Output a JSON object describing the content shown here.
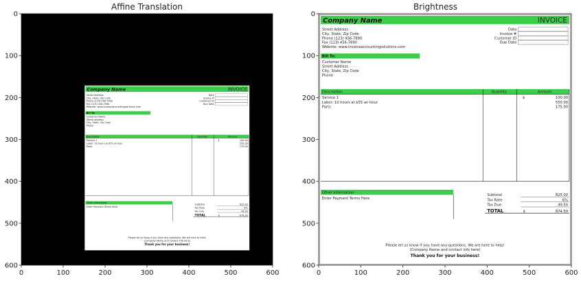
{
  "chart_data": [
    {
      "type": "image",
      "title": "Affine Translation",
      "xlim": [
        0,
        600
      ],
      "ylim": [
        600,
        0
      ],
      "xticks": [
        0,
        100,
        200,
        300,
        400,
        500,
        600
      ],
      "yticks": [
        0,
        100,
        200,
        300,
        400,
        500,
        600
      ],
      "grid": false,
      "translation_offset": {
        "x": 150,
        "y": 170
      },
      "scale": 0.66,
      "background": "#000000"
    },
    {
      "type": "image",
      "title": "Brightness",
      "xlim": [
        0,
        600
      ],
      "ylim": [
        600,
        0
      ],
      "xticks": [
        0,
        100,
        200,
        300,
        400,
        500,
        600
      ],
      "yticks": [
        0,
        100,
        200,
        300,
        400,
        500,
        600
      ],
      "grid": false
    }
  ],
  "invoice": {
    "company": "Company Name",
    "doc_title": "INVOICE",
    "address_lines": [
      "Street Address",
      "City, State, Zip Code",
      "Phone (123) 456-7890",
      "Fax (123) 456-7890",
      "Website: www.invoiceaccountingsolutions.com"
    ],
    "meta_labels": [
      "Date",
      "Invoice #",
      "Customer ID",
      "Due Date"
    ],
    "bill_to": "Bill To:",
    "bill_lines": [
      "Customer Name",
      "Street Address",
      "City, State, Zip Code",
      "Phone"
    ],
    "columns": [
      "Description",
      "Quantity",
      "Amount"
    ],
    "rows": [
      {
        "desc": "Service 1",
        "amt": "100.00"
      },
      {
        "desc": "Labor: 10 hours at $55 an hour",
        "amt": "550.00"
      },
      {
        "desc": "Parts",
        "amt": "175.00"
      }
    ],
    "currency": "$",
    "other_info": "Other Information",
    "other_line": "Enter Payment Terms Here",
    "totals": [
      {
        "label": "Subtotal",
        "value": "825.00"
      },
      {
        "label": "Tax Rate",
        "value": "6%"
      },
      {
        "label": "Tax Due",
        "value": "49.50"
      }
    ],
    "total_label": "TOTAL",
    "total_value": "874.50",
    "footer_1": "Please let us know if you have any questions. We are here to help!",
    "footer_2": "(Company Name and contact info here)",
    "footer_3": "Thank you for your business!",
    "colors": {
      "accent": "#3dcd4a",
      "frame_dark": "#000000"
    }
  }
}
